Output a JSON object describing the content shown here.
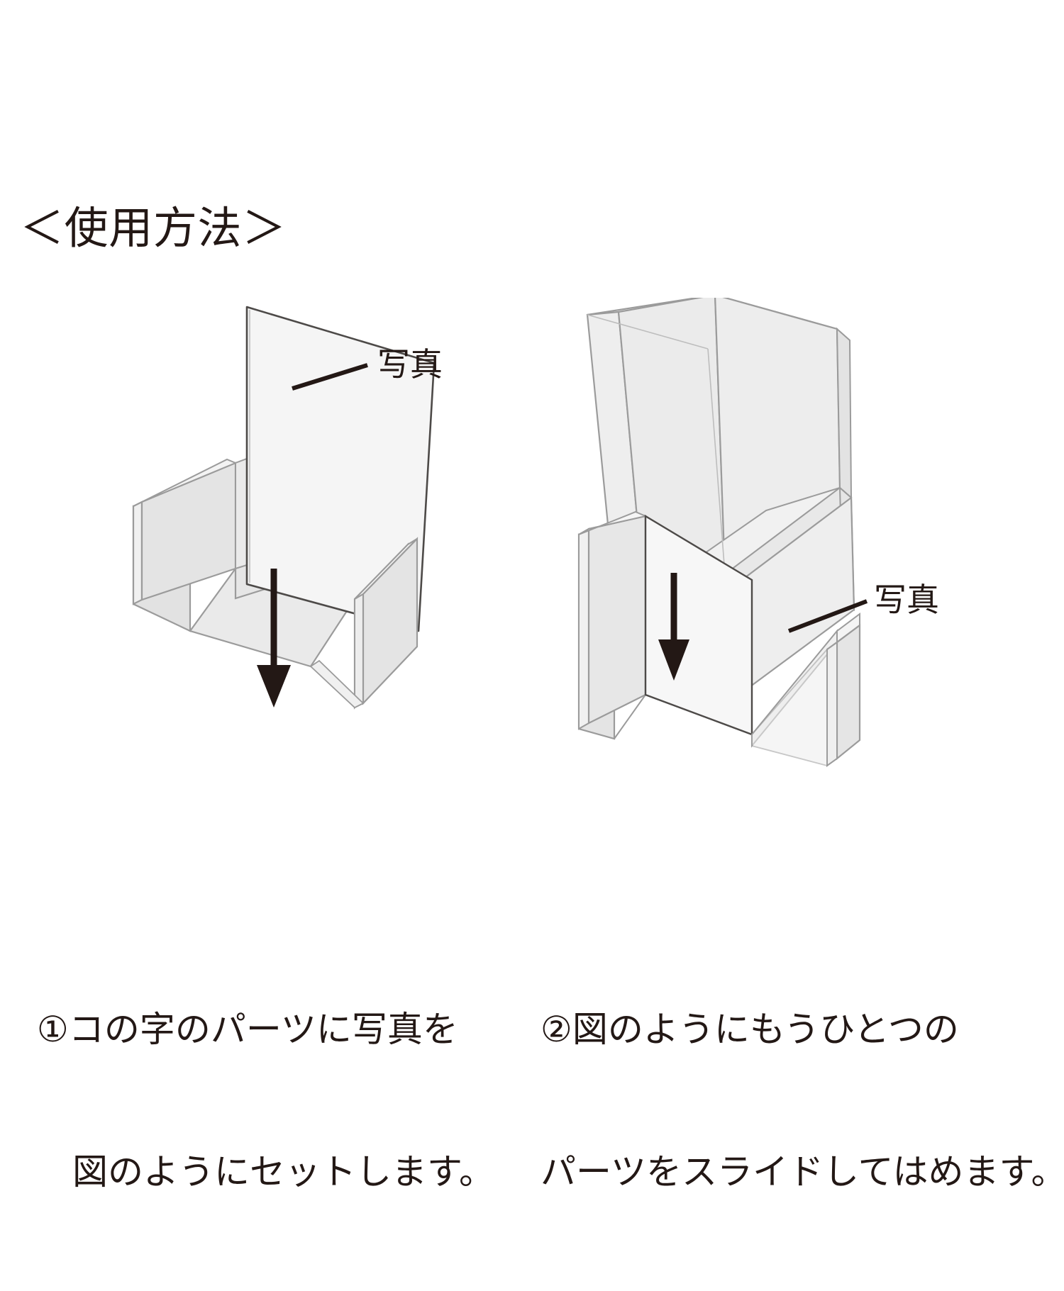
{
  "document": {
    "title": "＜使用方法＞",
    "background_color": "#ffffff",
    "text_color": "#231815"
  },
  "figures": [
    {
      "id": "step-1",
      "callout_label": "写真",
      "arrow": "down-arrow",
      "parts": [
        "u-shaped-frame-part",
        "photo-sheet"
      ]
    },
    {
      "id": "step-2",
      "callout_label": "写真",
      "arrow": "down-arrow",
      "parts": [
        "u-shaped-frame-part",
        "second-frame-part",
        "photo-sheet"
      ]
    }
  ],
  "captions": [
    {
      "number": "①",
      "line1": "①コの字のパーツに写真を",
      "line2": "図のようにセットします。"
    },
    {
      "number": "②",
      "line1": "②図のようにもうひとつの",
      "line2": "パーツをスライドしてはめます。"
    }
  ],
  "colors": {
    "ink": "#231815",
    "panel_fill": "#e9e9e9",
    "panel_fill_light": "#f2f2f2",
    "panel_fill_lighter": "#f6f6f6",
    "edge_gray": "#9b9b9b",
    "edge_dark": "#4d4a48",
    "white": "#ffffff"
  }
}
